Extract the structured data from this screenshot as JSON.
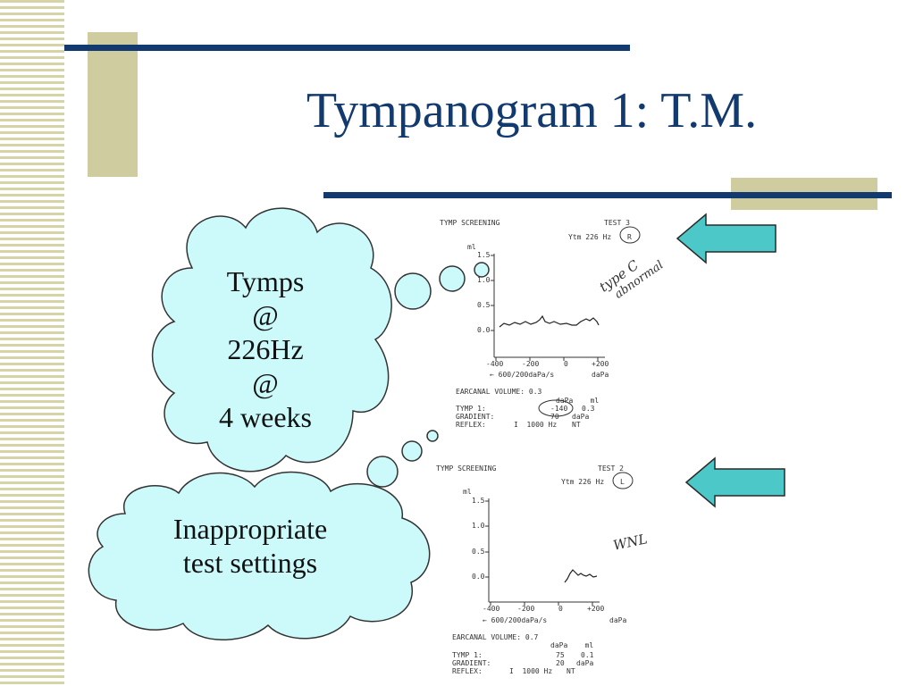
{
  "slide": {
    "title": "Tympanogram 1: T.M.",
    "colors": {
      "navy": "#123a6e",
      "gold": "#cfcd9f",
      "cloud_fill": "#ccfafa",
      "arrow_fill": "#4dc8c8"
    }
  },
  "cloud_top": {
    "lines": [
      "Tymps",
      "@",
      "226Hz",
      "@",
      "4 weeks"
    ]
  },
  "cloud_bottom": {
    "lines": [
      "Inappropriate",
      "test settings"
    ]
  },
  "test3": {
    "header_left": "TYMP SCREENING",
    "header_right": "TEST 3",
    "probe": "Ytm 226 Hz",
    "ear": "R",
    "y_unit": "ml",
    "y_ticks": [
      "1.5",
      "1.0",
      "0.5",
      "0.0"
    ],
    "x_ticks": [
      "-400",
      "-200",
      "0",
      "+200"
    ],
    "x_unit": "daPa",
    "speed": "← 600/200daPa/s",
    "handwriting_1": "type C",
    "handwriting_2": "abnormal",
    "earcanal": "EARCANAL VOLUME: 0.3",
    "col_headers": "daPa    ml",
    "rows": [
      {
        "label": "TYMP 1:",
        "v1": "-140",
        "v2": "0.3"
      },
      {
        "label": "GRADIENT:",
        "v1": "70",
        "v2": "daPa"
      },
      {
        "label": "REFLEX:",
        "v1": "I  1000 Hz",
        "v2": "NT"
      }
    ]
  },
  "test2": {
    "header_left": "TYMP SCREENING",
    "header_right": "TEST 2",
    "probe": "Ytm 226 Hz",
    "ear": "L",
    "y_unit": "ml",
    "y_ticks": [
      "1.5",
      "1.0",
      "0.5",
      "0.0"
    ],
    "x_ticks": [
      "-400",
      "-200",
      "0",
      "+200"
    ],
    "x_unit": "daPa",
    "speed": "← 600/200daPa/s",
    "handwriting_1": "WNL",
    "earcanal": "EARCANAL VOLUME: 0.7",
    "col_headers": "daPa    ml",
    "rows": [
      {
        "label": "TYMP 1:",
        "v1": "75",
        "v2": "0.1"
      },
      {
        "label": "GRADIENT:",
        "v1": "20",
        "v2": "daPa"
      },
      {
        "label": "REFLEX:",
        "v1": "I  1000 Hz",
        "v2": "NT"
      }
    ]
  }
}
